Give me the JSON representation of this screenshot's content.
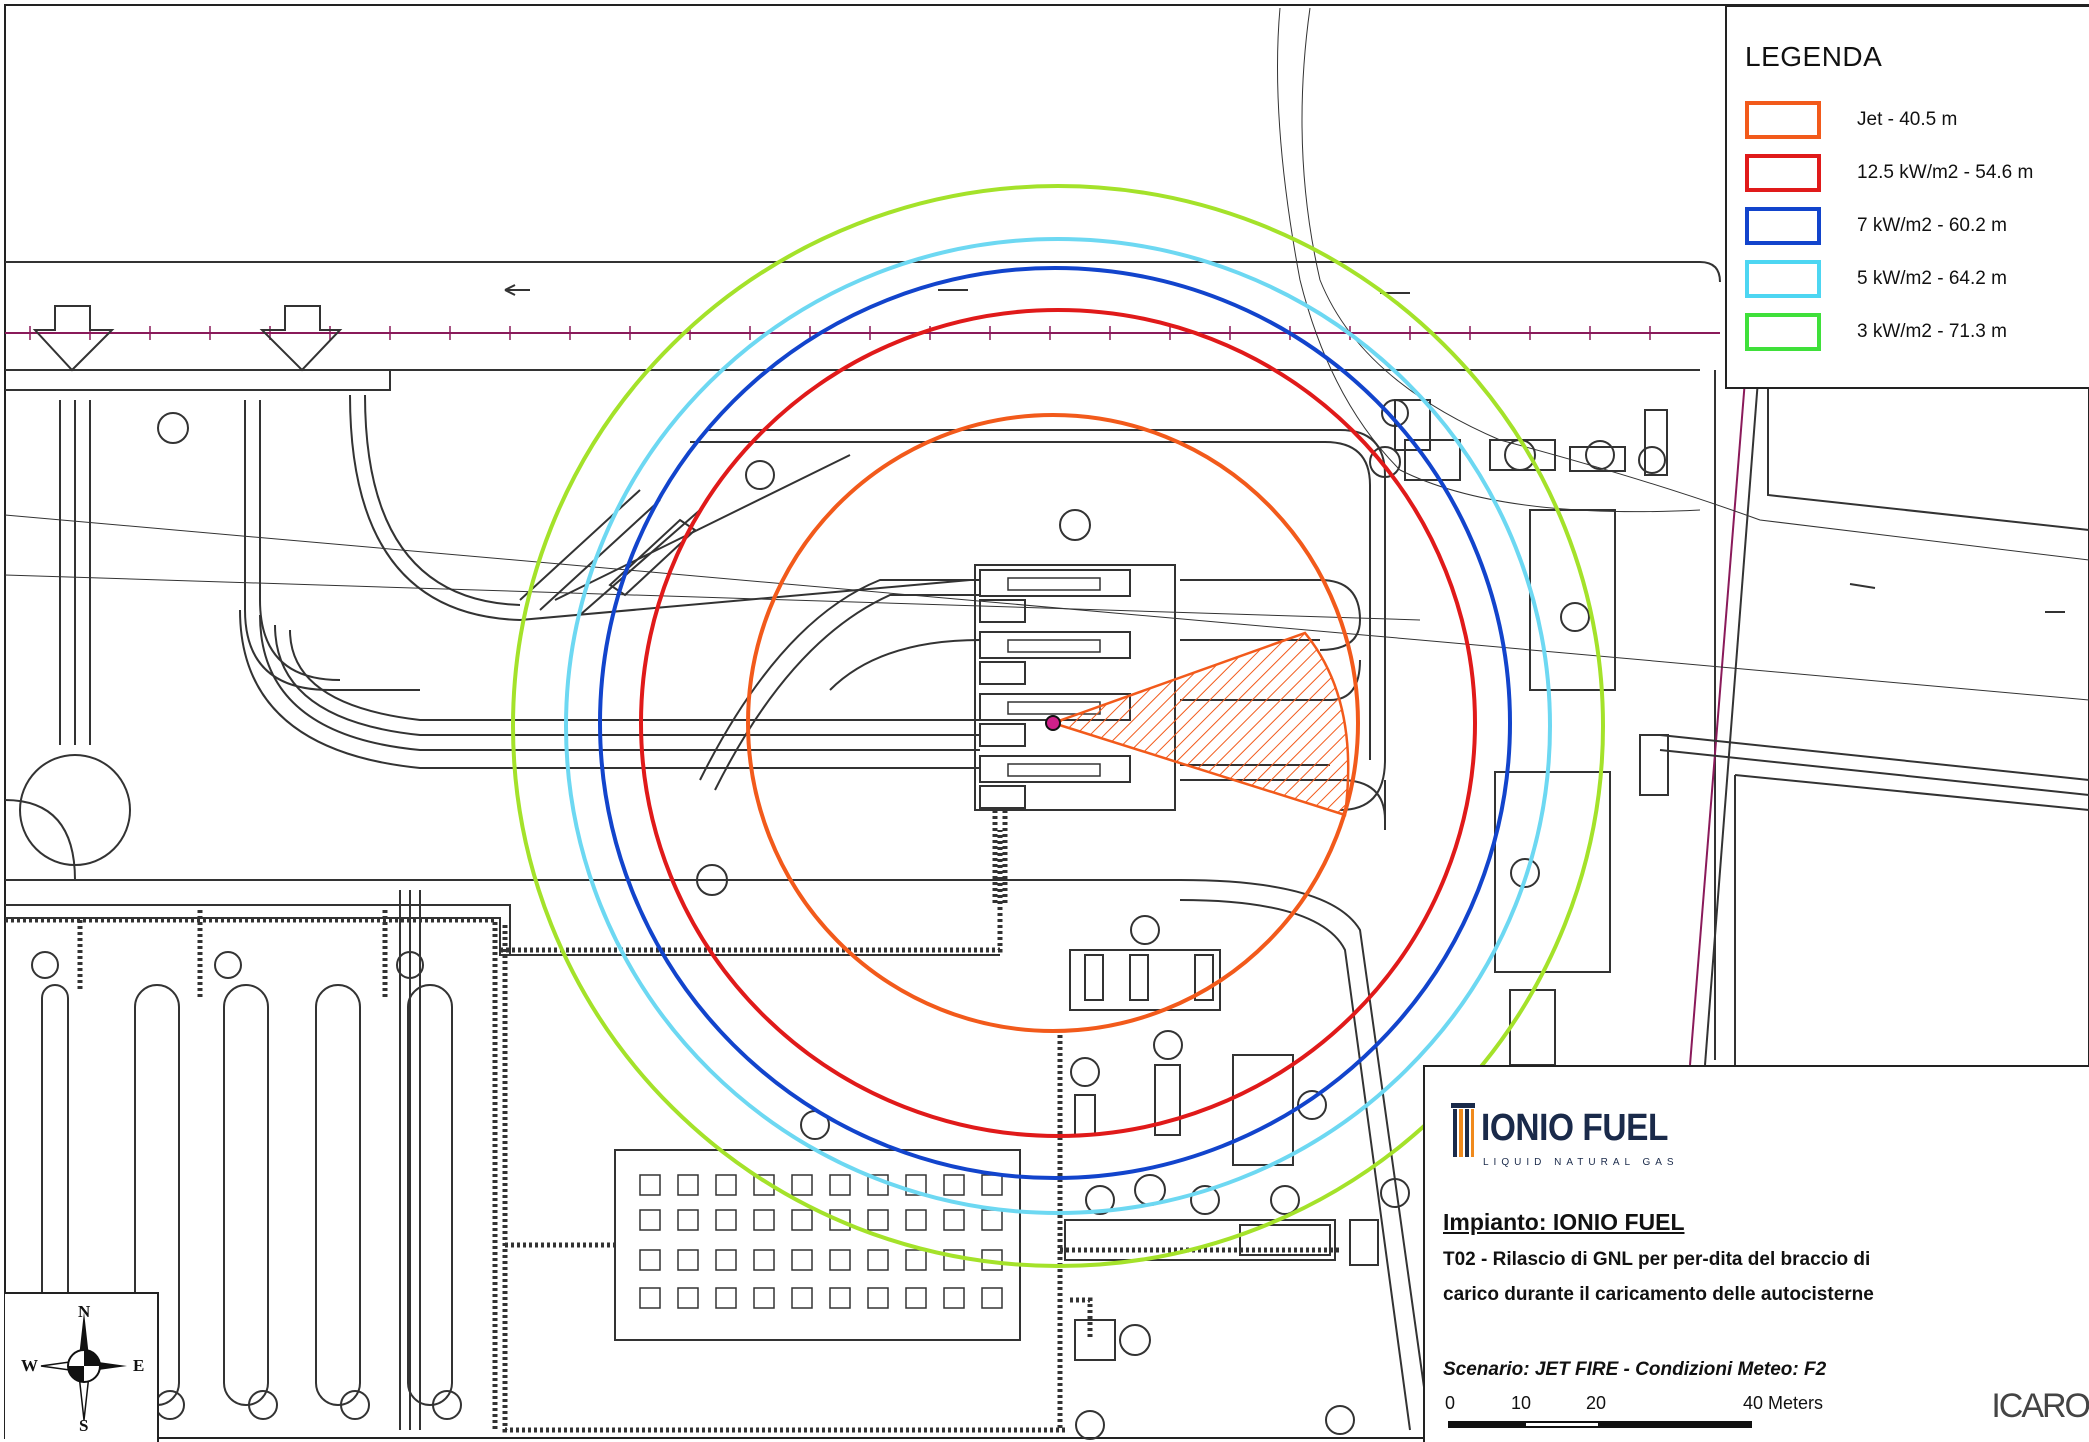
{
  "legend": {
    "title": "LEGENDA",
    "items": [
      {
        "label": "Jet -  40.5 m",
        "color": "#f25a1b"
      },
      {
        "label": "12.5 kW/m2 -  54.6 m",
        "color": "#e01a1a"
      },
      {
        "label": "7 kW/m2 -  60.2 m",
        "color": "#1244cc"
      },
      {
        "label": "5 kW/m2 -  64.2 m",
        "color": "#4dd6f2"
      },
      {
        "label": "3 kW/m2 -  71.3 m",
        "color": "#3fe03a"
      }
    ]
  },
  "map": {
    "contour_colors": {
      "jet": "#f25a1b",
      "kw12_5": "#e01a1a",
      "kw7": "#1244cc",
      "kw5": "#6dd8f2",
      "kw3": "#a4e22a"
    },
    "release_point_color": "#d0208a",
    "jet_zone_color": "#f25a1b"
  },
  "title_block": {
    "logo_name": "IONIO FUEL",
    "logo_tagline": "LIQUID NATURAL GAS",
    "plant": "Impianto: IONIO FUEL",
    "description_line1": "T02 - Rilascio di GNL  per per-dita del braccio di",
    "description_line2": " carico durante il caricamento delle autocisterne",
    "scenario": "Scenario: JET FIRE - Condizioni Meteo: F2",
    "scale_labels": [
      "0",
      "10",
      "20",
      "40 Meters"
    ],
    "brand": "ICARO"
  },
  "compass": {
    "n": "N",
    "s": "S",
    "e": "E",
    "w": "W"
  }
}
